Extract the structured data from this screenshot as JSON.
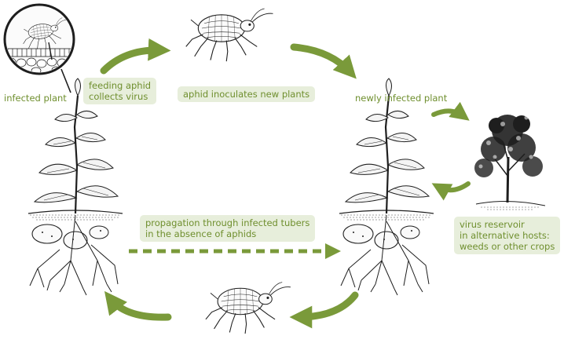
{
  "colors": {
    "accent_green": "#7a9a3a",
    "label_text": "#6f8f2e",
    "box_background": "#e7eedb",
    "line_art": "#1e1e1e"
  },
  "labels": {
    "infected_plant": "infected plant",
    "feeding_aphid_line1": "feeding aphid",
    "feeding_aphid_line2": "collects virus",
    "aphid_inoculates": "aphid inoculates new plants",
    "newly_infected_plant": "newly infected plant",
    "propagation_line1": "propagation through infected tubers",
    "propagation_line2": "in the absence of aphids",
    "reservoir_line1": "virus reservoir",
    "reservoir_line2": "in alternative hosts:",
    "reservoir_line3": "weeds or other crops"
  },
  "icons": {
    "magnifier": "aphid-feeding-closeup-icon",
    "aphid": "aphid-icon",
    "plant": "potato-plant-icon",
    "tree": "alternative-host-shrub-icon"
  }
}
